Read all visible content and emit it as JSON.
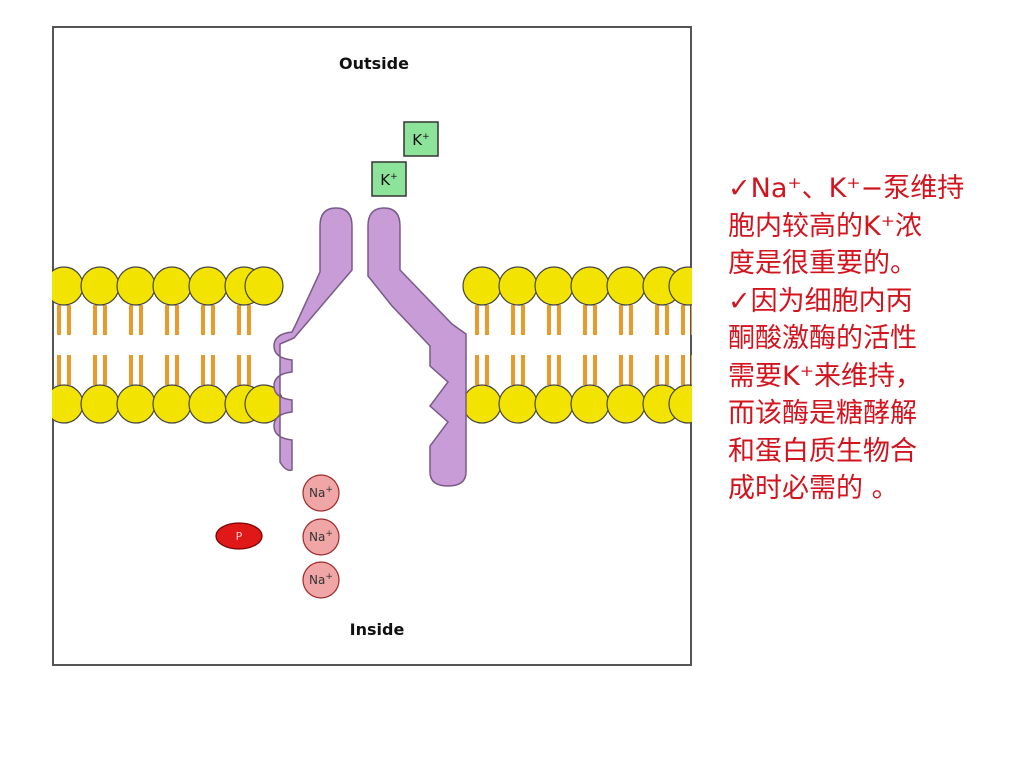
{
  "diagram": {
    "outside_label": "Outside",
    "inside_label": "Inside",
    "potassium": {
      "symbol": "K",
      "charge": "+"
    },
    "sodium": {
      "symbol": "Na",
      "charge": "+"
    },
    "phosphate": {
      "symbol": "P"
    }
  },
  "colors": {
    "lipid_head": "#f2e400",
    "lipid_tail": "#e89a2a",
    "pump_protein": "#c89cd6",
    "potassium_ion": "#8ee39b",
    "sodium_ion": "#f0a6a6",
    "phosphate": "#e01818",
    "note_text": "#d2141e"
  },
  "notes": {
    "check": "✓",
    "lines": [
      "✓Na⁺、K⁺−泵维持",
      "胞内较高的K⁺浓",
      "度是很重要的。",
      "✓因为细胞内丙",
      "酮酸激酶的活性",
      "需要K⁺来维持，",
      "而该酶是糖酵解",
      "和蛋白质生物合",
      "成时必需的 。"
    ]
  }
}
